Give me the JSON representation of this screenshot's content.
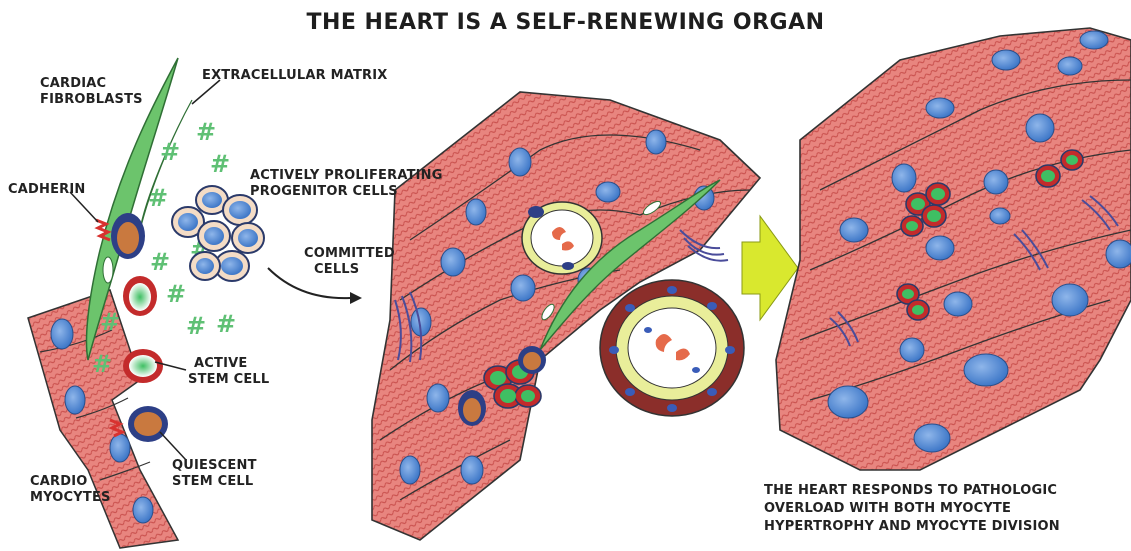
{
  "title": "THE HEART IS A SELF-RENEWING ORGAN",
  "labels": {
    "cardiac_fibroblasts": [
      "CARDIAC",
      "FIBROBLASTS"
    ],
    "extracellular_matrix": "EXTRACELLULAR MATRIX",
    "cadherin": "CADHERIN",
    "progenitor": [
      "ACTIVELY PROLIFERATING",
      "PROGENITOR CELLS"
    ],
    "committed": [
      "COMMITTED",
      "CELLS"
    ],
    "active_stem": [
      "ACTIVE",
      "STEM CELL"
    ],
    "quiescent_stem": [
      "QUIESCENT",
      "STEM CELL"
    ],
    "cardiomyocytes": [
      "CARDIO",
      "MYOCYTES"
    ],
    "caption": [
      "THE HEART RESPONDS TO PATHOLOGIC",
      "OVERLOAD WITH BOTH MYOCYTE",
      "HYPERTROPHY AND MYOCYTE DIVISION"
    ]
  },
  "colors": {
    "myocyte": "#e57e78",
    "myocyte_stripe": "#c94f4c",
    "nucleus": "#4f86cf",
    "fibroblast": "#6cc46c",
    "matrix": "#5fc074",
    "vessel_wall": "#8b2e2a",
    "vessel_lining": "#e9ee9a",
    "arrow": "#d9e82e",
    "progenitor_fill": "#f4dcc6",
    "blood_cell": "#e56a4a"
  },
  "icons": {
    "matrix_marker": "hash-symbol",
    "transition_arrow": "right-arrow-icon"
  }
}
